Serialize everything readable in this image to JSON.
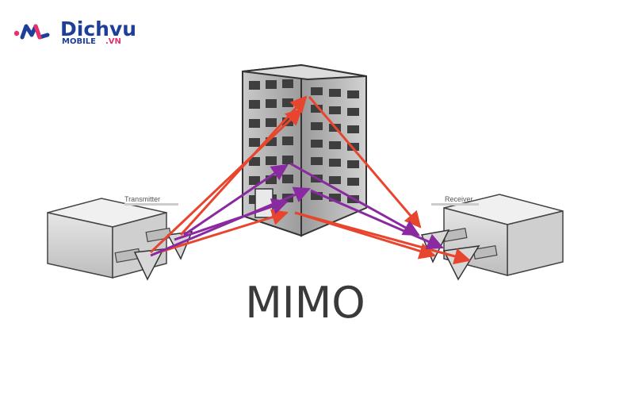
{
  "brand": {
    "word_top": "Dichvu",
    "word_bottom": "MOBILE",
    "suffix": ".VN",
    "color_blue": "#1e3f99",
    "color_accent": "#e8306a"
  },
  "diagram": {
    "title": "MIMO",
    "transmitter_label": "Transmitter",
    "receiver_label": "Receiver",
    "arrow_colors": {
      "red": "#e8452e",
      "purple": "#8a2aa0"
    }
  }
}
